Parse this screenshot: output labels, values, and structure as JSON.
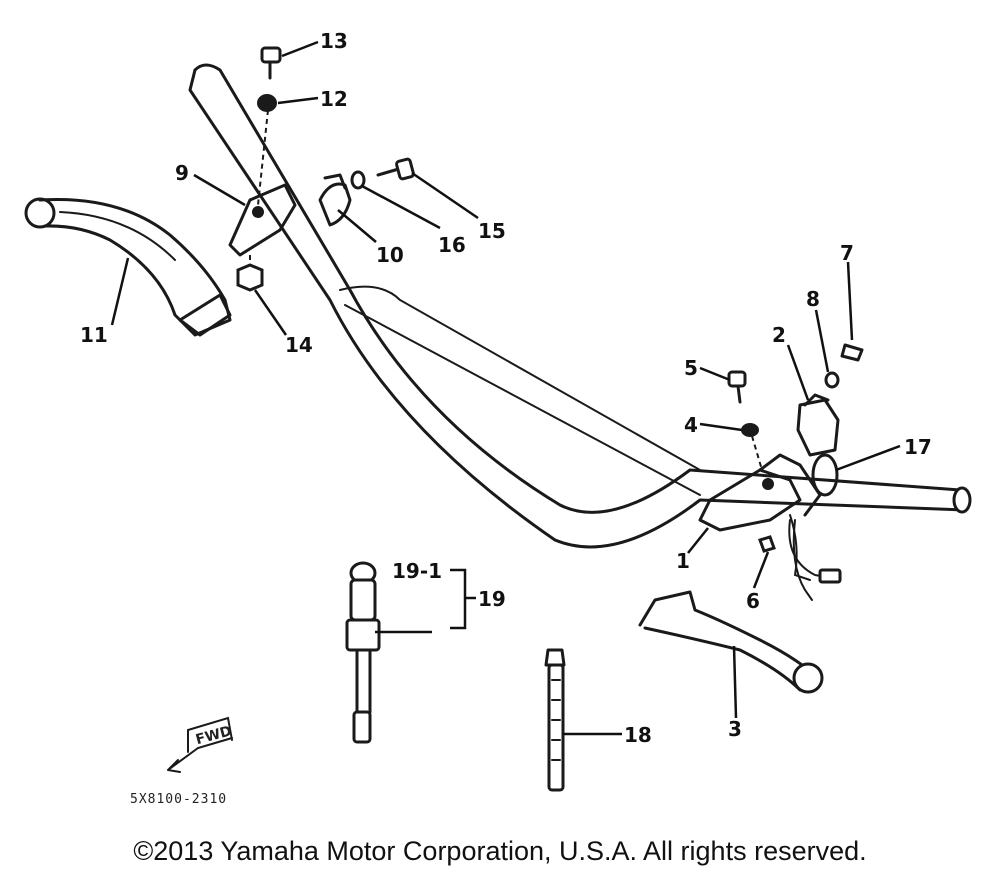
{
  "callouts": {
    "c1": "1",
    "c2": "2",
    "c3": "3",
    "c4": "4",
    "c5": "5",
    "c6": "6",
    "c7": "7",
    "c8": "8",
    "c9": "9",
    "c10": "10",
    "c11": "11",
    "c12": "12",
    "c13": "13",
    "c14": "14",
    "c15": "15",
    "c16": "16",
    "c17": "17",
    "c18": "18",
    "c19": "19",
    "c19_1": "19-1"
  },
  "fwd_mark": "FWD",
  "drawing_code": "5X8100-2310",
  "copyright": "©2013 Yamaha Motor Corporation, U.S.A. All rights reserved."
}
